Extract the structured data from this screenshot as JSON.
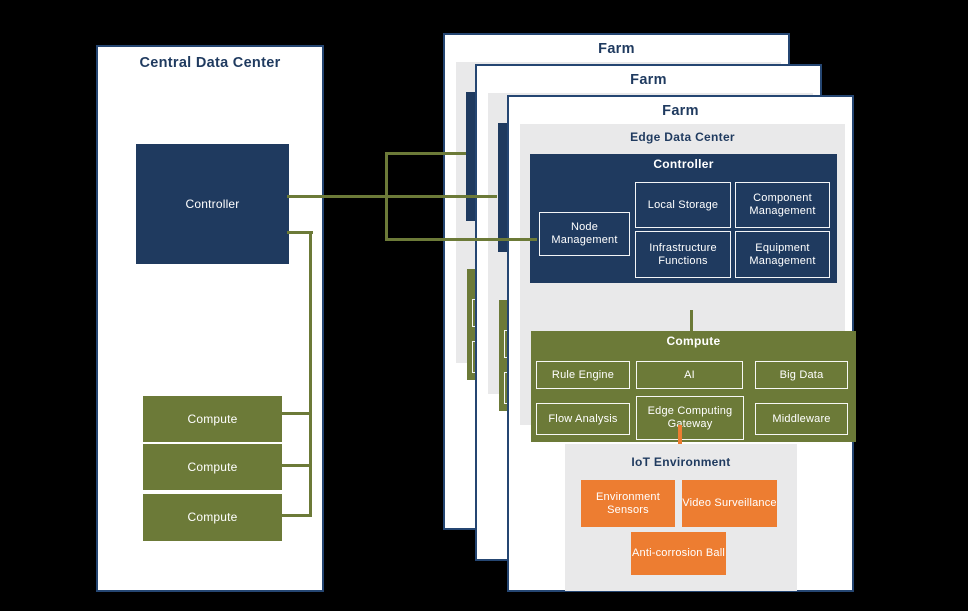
{
  "colors": {
    "navy": "#1F3A5F",
    "navy_border": "#254672",
    "olive": "#6C7A38",
    "orange": "#ED7D31",
    "panel_gray": "#E9E9EA",
    "white": "#FFFFFF",
    "background": "#000000"
  },
  "central": {
    "title": "Central Data Center",
    "controller": "Controller",
    "compute": [
      "Compute",
      "Compute",
      "Compute"
    ]
  },
  "farms": [
    {
      "title": "Farm"
    },
    {
      "title": "Farm"
    },
    {
      "title": "Farm"
    }
  ],
  "farm": {
    "edge_title": "Edge Data Center",
    "controller_title": "Controller",
    "node_management": "Node Management",
    "local_storage": "Local Storage",
    "component_management": "Component Management",
    "infrastructure_functions": "Infrastructure Functions",
    "equipment_management": "Equipment Management",
    "compute_title": "Compute",
    "rule_engine": "Rule Engine",
    "ai": "AI",
    "big_data": "Big Data",
    "flow_analysis": "Flow Analysis",
    "edge_computing_gateway": "Edge Computing Gateway",
    "middleware": "Middleware",
    "iot_title": "IoT Environment",
    "environment_sensors": "Environment Sensors",
    "video_surveillance": "Video Surveillance",
    "anti_corrosion_ball": "Anti-corrosion Ball"
  }
}
